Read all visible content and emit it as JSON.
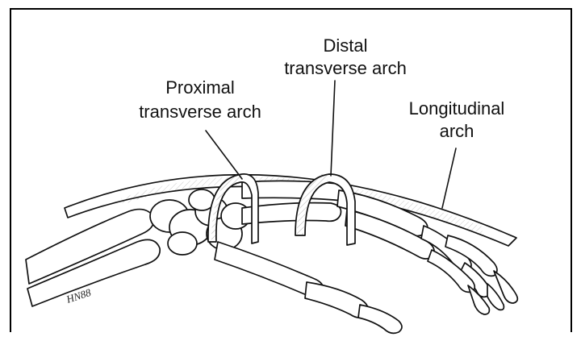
{
  "labels": {
    "distal_line1": "Distal",
    "distal_line2": "transverse arch",
    "proximal_line1": "Proximal",
    "proximal_line2": "transverse arch",
    "longitudinal_line1": "Longitudinal",
    "longitudinal_line2": "arch",
    "signature": "HN88"
  }
}
